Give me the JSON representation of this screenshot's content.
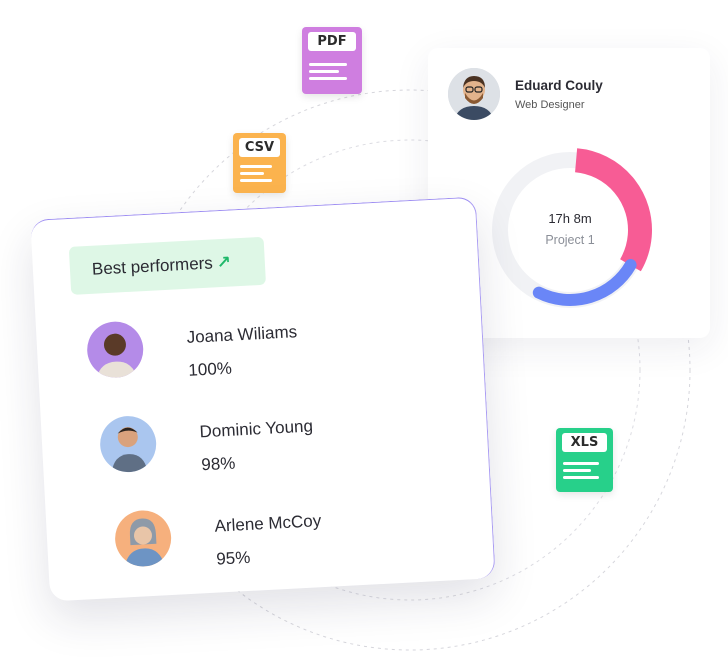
{
  "files": {
    "pdf": {
      "label": "PDF",
      "color": "#cf7ee0"
    },
    "csv": {
      "label": "CSV",
      "color": "#fbb34e"
    },
    "xls": {
      "label": "XLS",
      "color": "#27d08a"
    }
  },
  "user_card": {
    "name": "Eduard Couly",
    "role": "Web Designer",
    "time": "17h 8m",
    "project": "Project 1",
    "segments": [
      {
        "color": "#f75c95",
        "fraction": 0.32
      },
      {
        "color": "#6a86f7",
        "fraction": 0.24
      }
    ]
  },
  "performers": {
    "title": "Best performers",
    "arrow": "↗",
    "rows": [
      {
        "name": "Joana Wiliams",
        "percent": "100%",
        "avatar_bg": "#b48be8"
      },
      {
        "name": "Dominic Young",
        "percent": "98%",
        "avatar_bg": "#aac6ef"
      },
      {
        "name": "Arlene McCoy",
        "percent": "95%",
        "avatar_bg": "#f6b07d"
      }
    ]
  }
}
